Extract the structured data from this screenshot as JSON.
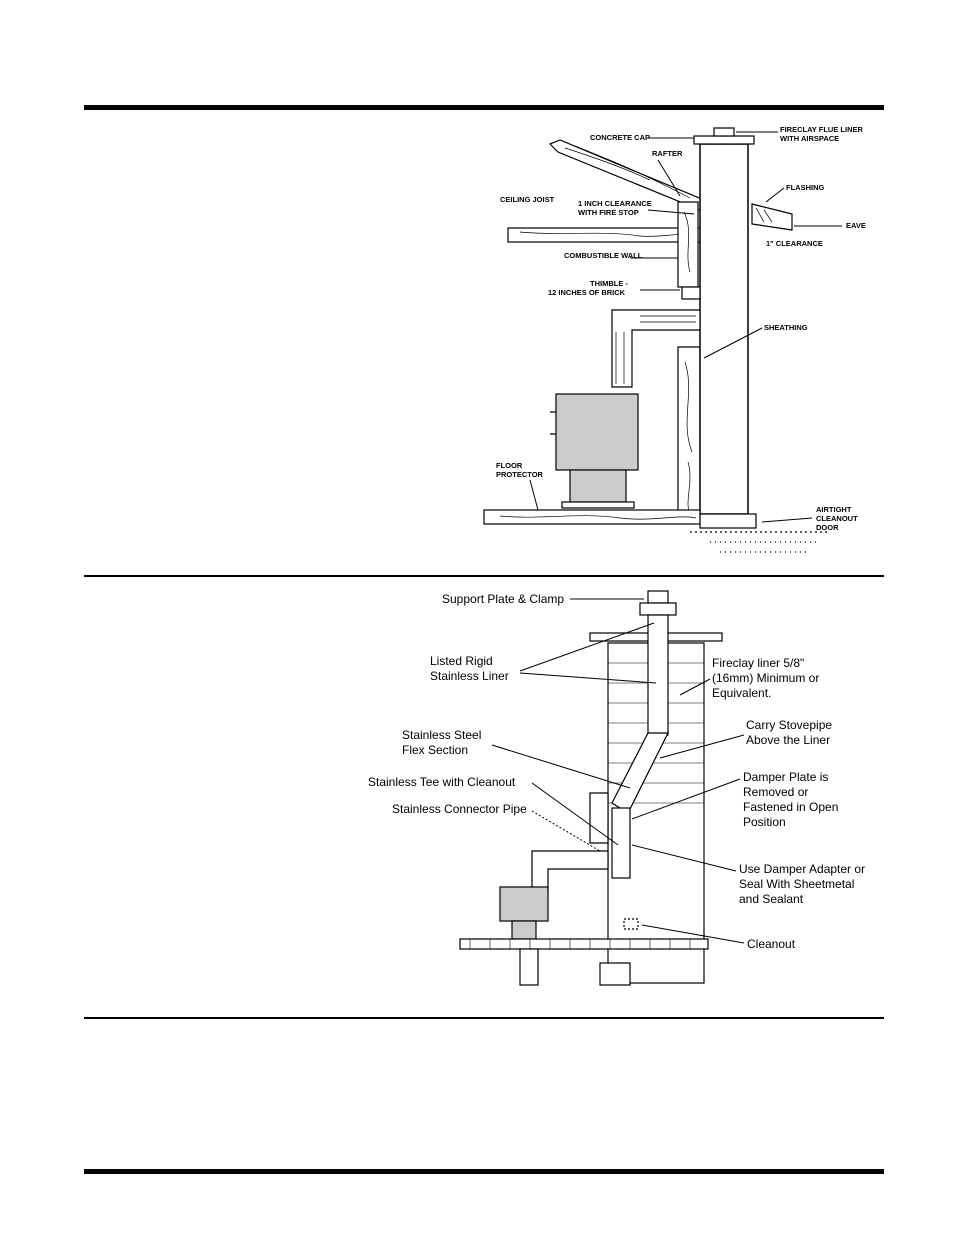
{
  "figure1": {
    "labels": {
      "concrete_cap": "CONCRETE CAP",
      "fireclay_1": "FIRECLAY FLUE LINER",
      "fireclay_2": "WITH AIRSPACE",
      "rafter": "RAFTER",
      "flashing": "FLASHING",
      "ceiling_joist": "CEILING JOIST",
      "clearance_1": "1 INCH CLEARANCE",
      "clearance_2": "WITH FIRE STOP",
      "eave": "EAVE",
      "one_inch_clearance": "1\" CLEARANCE",
      "combustible_wall": "COMBUSTIBLE WALL",
      "thimble_1": "THIMBLE -",
      "thimble_2": "12 INCHES OF BRICK",
      "sheathing": "SHEATHING",
      "floor_1": "FLOOR",
      "floor_2": "PROTECTOR",
      "airtight_1": "AIRTIGHT",
      "airtight_2": "CLEANOUT",
      "airtight_3": "DOOR"
    }
  },
  "figure2": {
    "labels": {
      "support_plate": "Support Plate & Clamp",
      "listed_1": "Listed Rigid",
      "listed_2": "Stainless Liner",
      "fireclay_1": "Fireclay liner 5/8\"",
      "fireclay_2": "(16mm) Minimum or",
      "fireclay_3": "Equivalent.",
      "flex_1": "Stainless Steel",
      "flex_2": "Flex Section",
      "carry_1": "Carry Stovepipe",
      "carry_2": "Above the Liner",
      "tee": "Stainless Tee with Cleanout",
      "connector": "Stainless Connector Pipe",
      "damper_1": "Damper Plate is",
      "damper_2": "Removed or",
      "damper_3": "Fastened in Open",
      "damper_4": "Position",
      "adapter_1": "Use Damper Adapter or",
      "adapter_2": "Seal With Sheetmetal",
      "adapter_3": "and Sealant",
      "cleanout": "Cleanout"
    }
  }
}
